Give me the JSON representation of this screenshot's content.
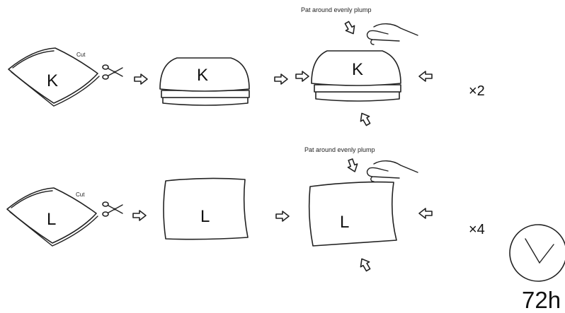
{
  "row1": {
    "cut_label": "Cut",
    "letter": "K",
    "instruction": "Pat around evenly plump",
    "multiplier": "×2"
  },
  "row2": {
    "cut_label": "Cut",
    "letter": "L",
    "instruction": "Pat around evenly plump",
    "multiplier": "×4"
  },
  "timer": {
    "duration": "72h"
  },
  "icons": [
    "scissors-icon",
    "arrow-right-icon",
    "arrow-left-icon",
    "arrow-down-icon",
    "arrow-up-icon",
    "hand-icon",
    "clock-icon",
    "pillow-icon"
  ]
}
